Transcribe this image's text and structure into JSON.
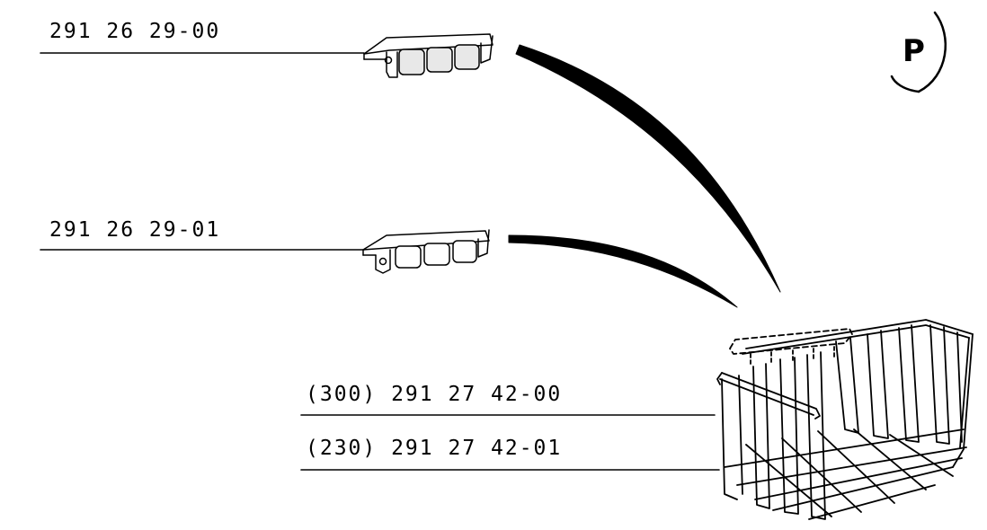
{
  "badge": {
    "letter": "P"
  },
  "parts": [
    {
      "id": "clip-a",
      "label": "291 26 29-00"
    },
    {
      "id": "clip-b",
      "label": "291 26 29-01"
    },
    {
      "id": "basket-300",
      "label": "(300) 291 27 42-00"
    },
    {
      "id": "basket-230",
      "label": "(230) 291 27 42-01"
    }
  ]
}
